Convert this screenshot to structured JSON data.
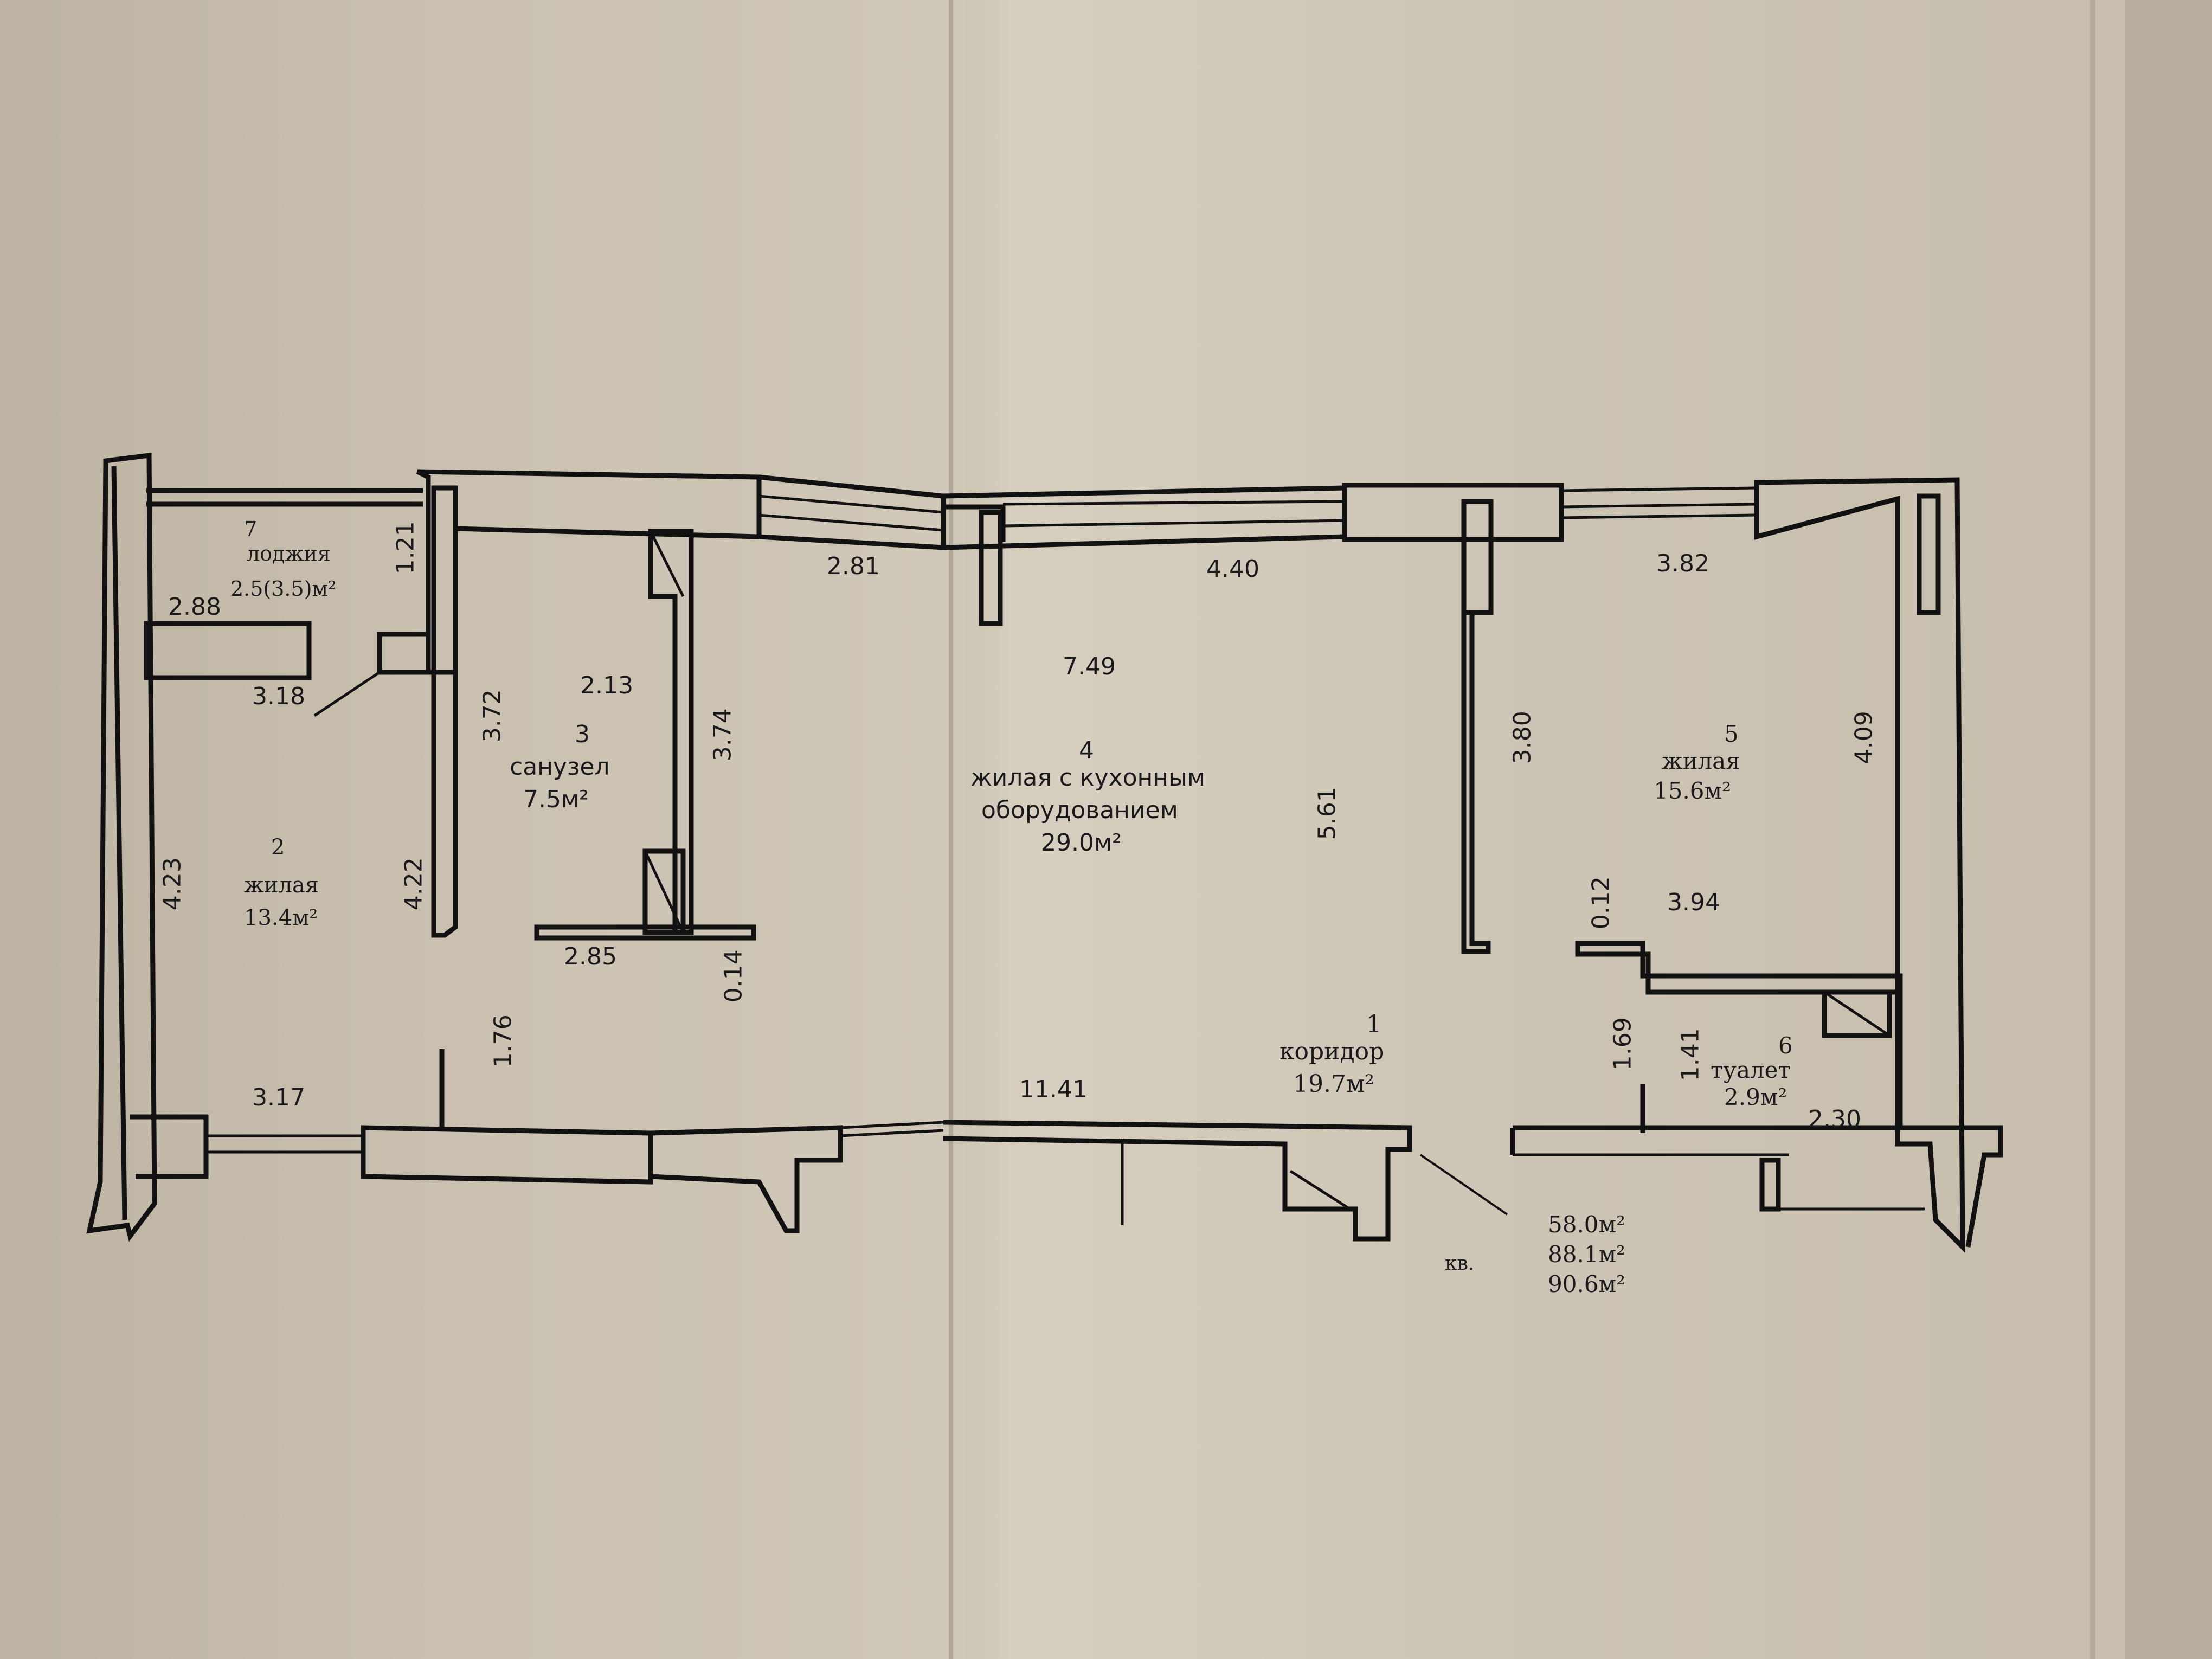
{
  "plan": {
    "rooms": {
      "loggia": {
        "number": "7",
        "name": "лоджия",
        "area": "2.5(3.5)м²"
      },
      "living2": {
        "number": "2",
        "name": "жилая",
        "area": "13.4м²"
      },
      "bath3": {
        "number": "3",
        "name": "санузел",
        "area": "7.5м²"
      },
      "living4": {
        "number": "4",
        "name": "жилая с кухонным",
        "name2": "оборудованием",
        "area": "29.0м²"
      },
      "living5": {
        "number": "5",
        "name": "жилая",
        "area": "15.6м²"
      },
      "toilet6": {
        "number": "6",
        "name": "туалет",
        "area": "2.9м²"
      },
      "corridor1": {
        "number": "1",
        "name": "коридор",
        "area": "19.7м²"
      }
    },
    "dimensions": {
      "d288": "2.88",
      "d121": "1.21",
      "d318": "3.18",
      "d372": "3.72",
      "d213": "2.13",
      "d374": "3.74",
      "d281": "2.81",
      "d440": "4.40",
      "d382": "3.82",
      "d749": "7.49",
      "d380": "3.80",
      "d409": "4.09",
      "d561": "5.61",
      "d423": "4.23",
      "d422": "4.22",
      "d285": "2.85",
      "d014": "0.14",
      "d012": "0.12",
      "d394": "3.94",
      "d176": "1.76",
      "d169": "1.69",
      "d141": "1.41",
      "d317": "3.17",
      "d1141": "11.41",
      "d230": "2.30"
    },
    "totals": {
      "apt_label": "кв.",
      "a1": "58.0м²",
      "a2": "88.1м²",
      "a3": "90.6м²"
    }
  }
}
